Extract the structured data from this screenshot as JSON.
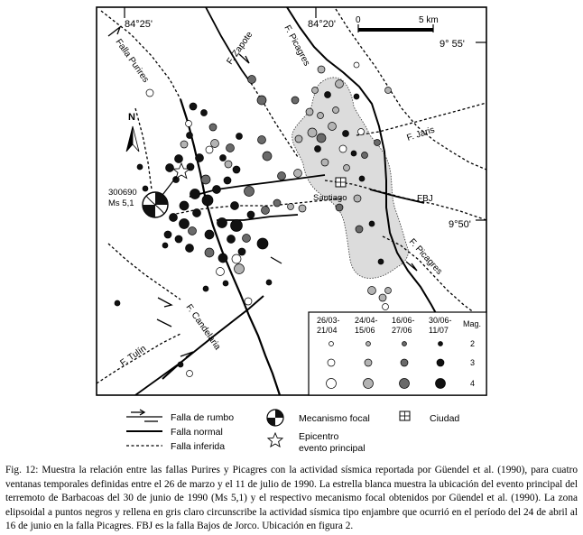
{
  "map": {
    "coord_labels": {
      "lon_left": "84°25'",
      "lon_center": "84°20'",
      "lat_top": "9° 55'",
      "lat_bottom": "9°50'"
    },
    "scale_bar": {
      "start": "0",
      "end": "5 km"
    },
    "north_label": "N",
    "fault_labels": {
      "purires": "Falla Purires",
      "zapote": "F. Zapote",
      "picagres_north": "F. Picagres",
      "jaris": "F. Jaris",
      "fbj": "FBJ",
      "picagres_south": "F. Picagres",
      "candelaria": "F. Candelaria",
      "tulin": "F. Tulín"
    },
    "town_label": "Santiago",
    "focal_mechanism_label_1": "300690",
    "focal_mechanism_label_2": "Ms 5,1"
  },
  "inset_legend": {
    "windows": [
      {
        "line1": "26/03-",
        "line2": "21/04",
        "color": "#ffffff"
      },
      {
        "line1": "24/04-",
        "line2": "15/06",
        "color": "#b3b3b3"
      },
      {
        "line1": "16/06-",
        "line2": "27/06",
        "color": "#6a6a6a"
      },
      {
        "line1": "30/06-",
        "line2": "11/07",
        "color": "#111111"
      }
    ],
    "mag_header": "Mag.",
    "magnitudes": [
      "2",
      "3",
      "4"
    ]
  },
  "legend": {
    "strike_slip": "Falla de rumbo",
    "normal": "Falla normal",
    "inferred": "Falla inferida",
    "focal_mechanism": "Mecanismo focal",
    "epicenter_line1": "Epicentro",
    "epicenter_line2": "evento principal",
    "city": "Ciudad"
  },
  "caption": {
    "text": "Fig. 12: Muestra la relación entre las fallas Purires y Picagres con la actividad sísmica reportada por Güendel et al. (1990), para cuatro ventanas temporales definidas entre el 26 de marzo y el 11 de julio de 1990. La estrella blanca muestra la ubicación del evento principal del terremoto de Barbacoas del 30 de junio de 1990 (Ms 5,1) y el respectivo mecanismo focal obtenidos por Güendel et al. (1990). La zona elipsoidal a puntos negros y rellena en gris claro circunscribe la actividad sísmica tipo enjambre que ocurrió en el período del 24 de abril al 16 de junio en la falla Picagres. FBJ es la falla Bajos de Jorco. Ubicación en figura 2."
  },
  "colors": {
    "white_window": "#ffffff",
    "lightgray_window": "#b3b3b3",
    "darkgray_window": "#6a6a6a",
    "black_window": "#111111",
    "swarm_fill": "#dcdcdc"
  }
}
